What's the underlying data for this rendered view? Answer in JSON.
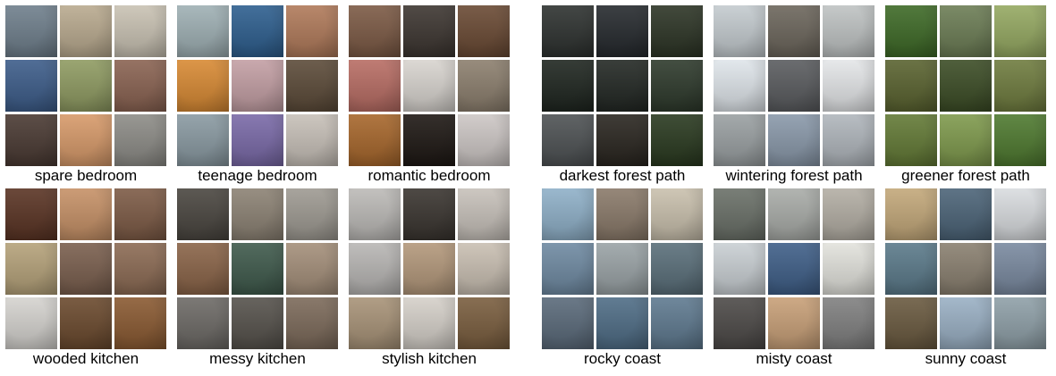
{
  "left_panel": {
    "groups": [
      {
        "caption": "spare bedroom",
        "tones": [
          "#6f7f8c",
          "#b9aa8f",
          "#c9c2b3",
          "#3d5d8a",
          "#8f9b62",
          "#8a6352",
          "#4a3a33",
          "#d79a6a",
          "#8d8c87"
        ]
      },
      {
        "caption": "teenage bedroom",
        "tones": [
          "#9fb0b4",
          "#2e5f8f",
          "#b07a5a",
          "#d88a34",
          "#c39fa4",
          "#5c4b39",
          "#8a9aa2",
          "#7a6aa8",
          "#c7c0b8"
        ]
      },
      {
        "caption": "romantic bedroom",
        "tones": [
          "#7c5a45",
          "#3d3631",
          "#6a4a34",
          "#b86d64",
          "#d8d4cf",
          "#8c7f6e",
          "#a7672c",
          "#1e1814",
          "#cdc7c5"
        ]
      },
      {
        "caption": "wooded kitchen",
        "tones": [
          "#5a3424",
          "#c69167",
          "#7d5b46",
          "#b5a27a",
          "#7a5f4e",
          "#8c6b54",
          "#d5d3cf",
          "#6b4a2e",
          "#8a5a32"
        ]
      },
      {
        "caption": "messy kitchen",
        "tones": [
          "#4a4640",
          "#8c8274",
          "#9e9a92",
          "#8a6448",
          "#3f5a4c",
          "#a48f7a",
          "#6d6a66",
          "#56524c",
          "#7c6a5a"
        ]
      },
      {
        "caption": "stylish kitchen",
        "tones": [
          "#bcbab7",
          "#3a3530",
          "#c7c1ba",
          "#b8b6b4",
          "#b3987b",
          "#c9bfb2",
          "#a89378",
          "#d5d0c9",
          "#7a5e3f"
        ]
      }
    ]
  },
  "right_panel": {
    "groups": [
      {
        "caption": "darkest forest path",
        "tones": [
          "#2e3230",
          "#262a2e",
          "#2d3526",
          "#1f2620",
          "#232824",
          "#2e3a2c",
          "#4e5254",
          "#2a2620",
          "#2a3a20"
        ]
      },
      {
        "caption": "wintering forest path",
        "tones": [
          "#c4cbcf",
          "#6c665c",
          "#bfc3c3",
          "#dfe5ea",
          "#5a5c5f",
          "#e4e6e8",
          "#9aa0a2",
          "#8a99aa",
          "#b0b6bc"
        ]
      },
      {
        "caption": "greener forest path",
        "tones": [
          "#3e6a27",
          "#6c7d55",
          "#95a962",
          "#5a6330",
          "#3c4d26",
          "#6f7c3f",
          "#637a36",
          "#7f9a4d",
          "#4f7a30"
        ]
      },
      {
        "caption": "rocky coast",
        "tones": [
          "#8fb0c8",
          "#8a7a6a",
          "#c9c0ad",
          "#6f8aa2",
          "#9aa3a6",
          "#5a6f7a",
          "#5a6a7a",
          "#4f6d86",
          "#5f7a90"
        ]
      },
      {
        "caption": "misty coast",
        "tones": [
          "#6a7068",
          "#a9aca8",
          "#b3aea4",
          "#c9cfd3",
          "#3f5f88",
          "#e2e2dc",
          "#4d4a48",
          "#c8a078",
          "#808080"
        ]
      },
      {
        "caption": "sunny coast",
        "tones": [
          "#c3a87a",
          "#4c6478",
          "#d9dcdf",
          "#5b7a8a",
          "#8a8070",
          "#7a8aa0",
          "#6a5a40",
          "#9ab0c4",
          "#8fa0a8"
        ]
      }
    ]
  }
}
